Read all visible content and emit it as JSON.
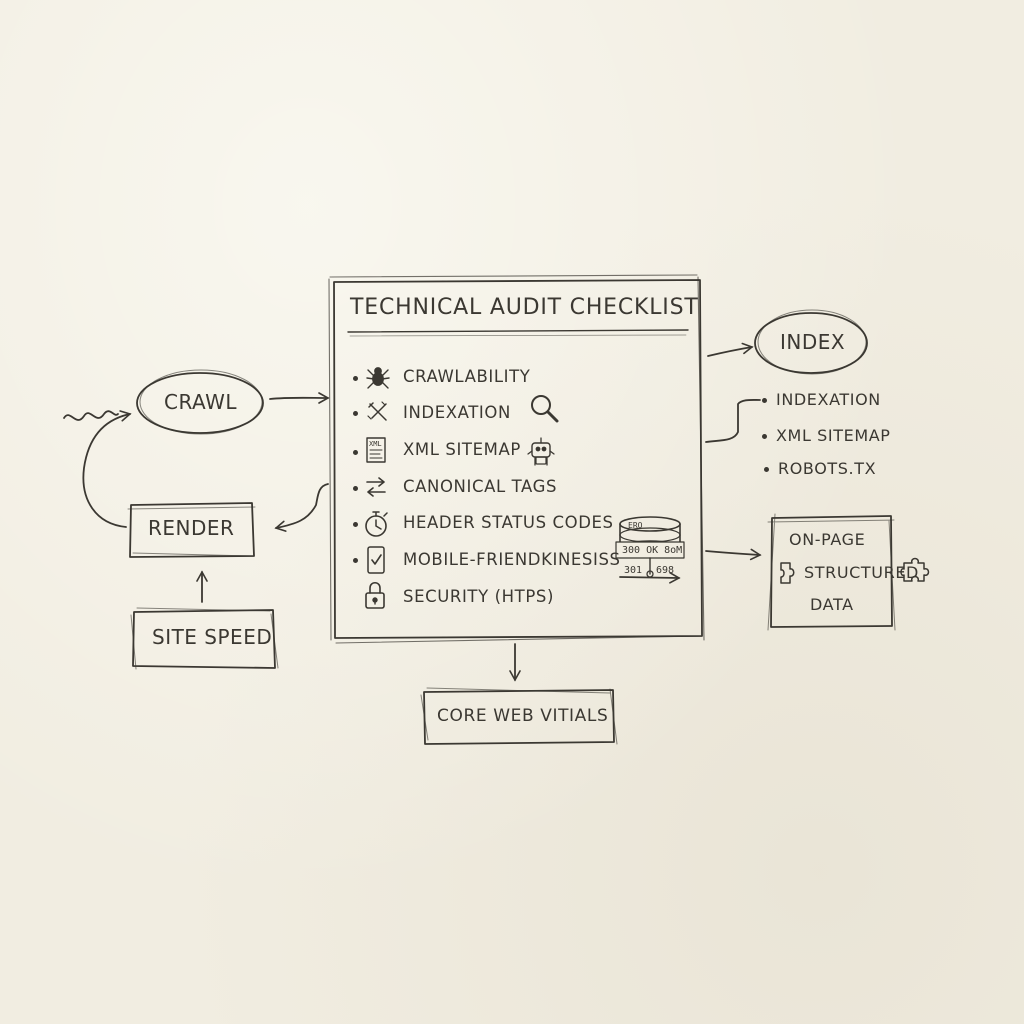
{
  "diagram": {
    "title": "TECHNICAL AUDIT CHECKLIST",
    "checklist": [
      {
        "label": "CRAWLABILITY",
        "icon": "spider-icon"
      },
      {
        "label": "INDEXATION",
        "icon": "tools-icon"
      },
      {
        "label": "XML SITEMAP",
        "icon": "sitemap-document-icon"
      },
      {
        "label": "CANONICAL TAGS",
        "icon": "canonical-arrows-icon"
      },
      {
        "label": "HEADER STATUS CODES",
        "icon": "stopwatch-icon"
      },
      {
        "label": "MOBILE-FRIENDKINESISS",
        "icon": "mobile-phone-icon"
      },
      {
        "label": "SECURITY (HTPS)",
        "icon": "padlock-icon"
      }
    ],
    "nodes": {
      "crawl": "CRAWL",
      "render": "RENDER",
      "site_speed": "SITE SPEED",
      "index": "INDEX",
      "core_web_vitals": "CORE WEB VITIALS",
      "onpage_title": "ON-PAGE",
      "onpage_structured": "STRUCTURED",
      "onpage_data": "DATA"
    },
    "index_list": [
      "INDEXATION",
      "XML SITEMAP",
      "ROBOTS.TX"
    ],
    "server_labels": {
      "top": "ERO",
      "middle": "300 OK 8oM",
      "bottom_left": "301",
      "bottom_right": "698"
    },
    "sitemap_icon_text": "XML",
    "ink_color": "#3b3832",
    "paper_color": "#f1ede1"
  }
}
